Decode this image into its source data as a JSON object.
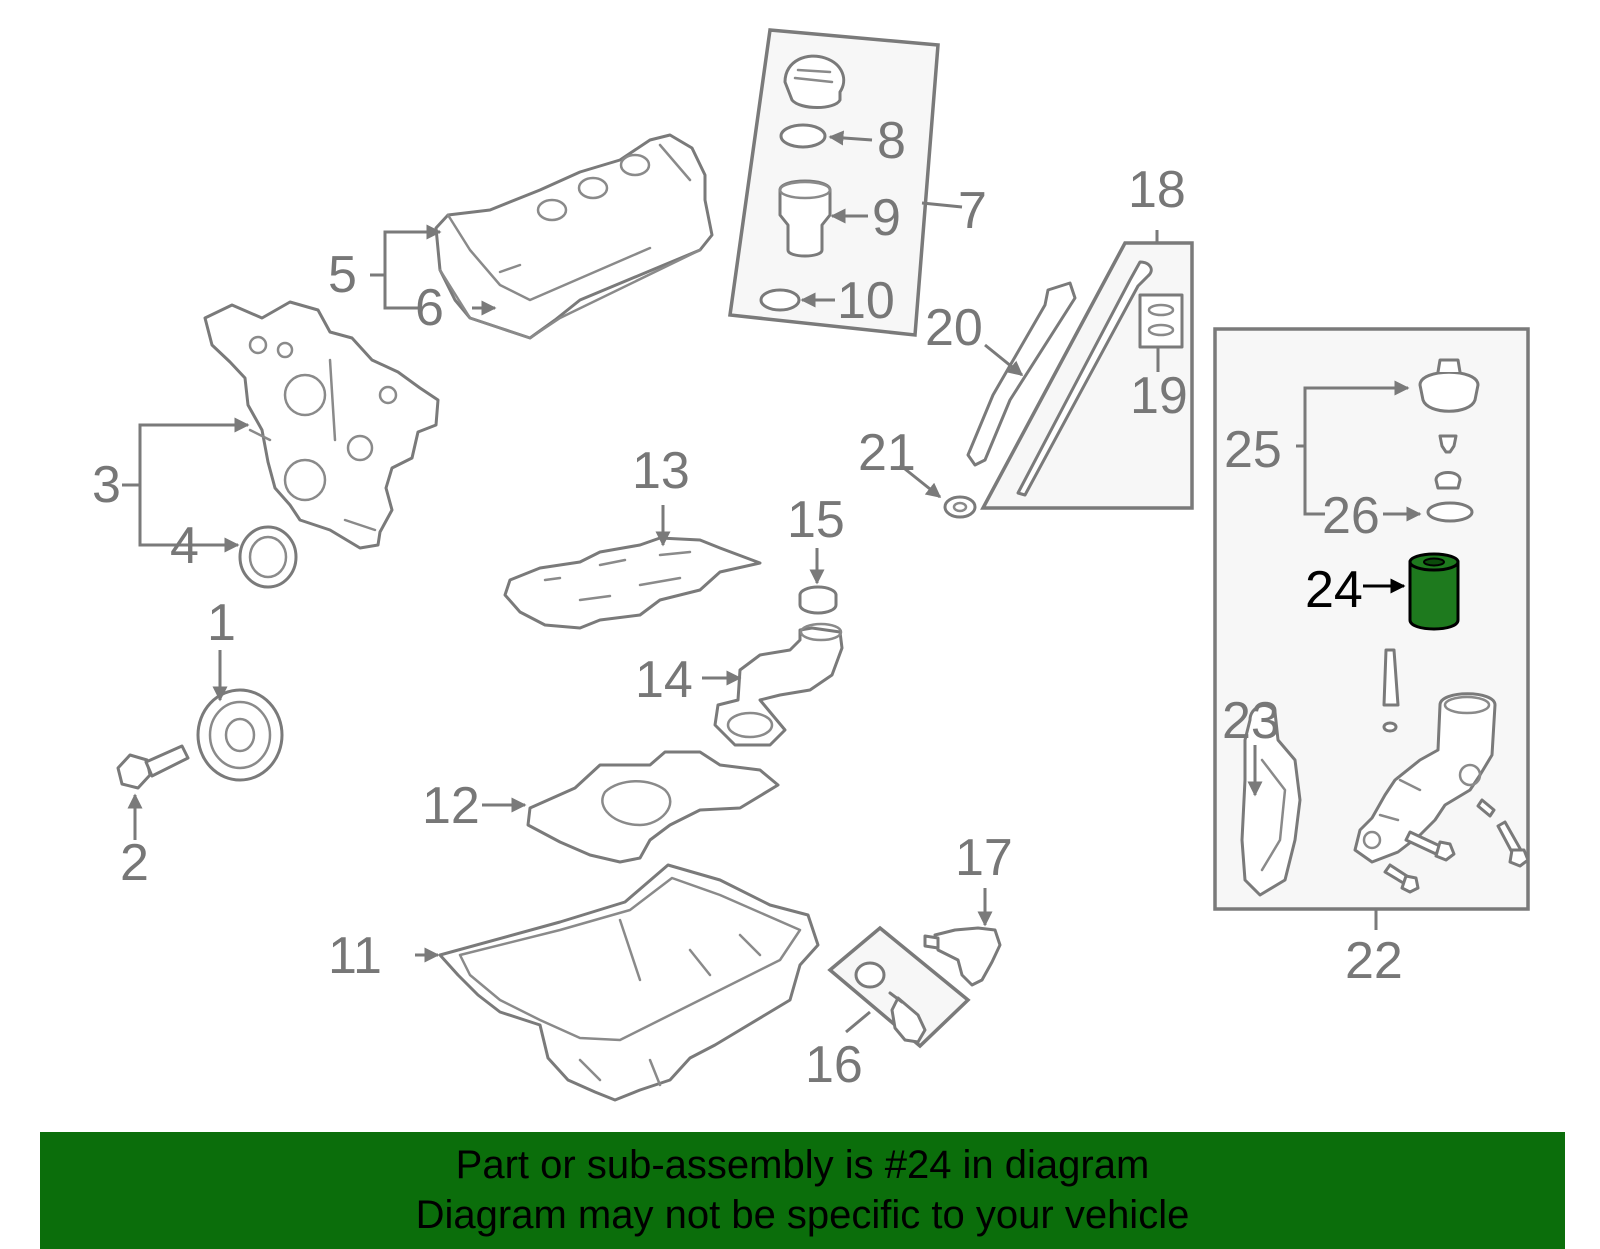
{
  "diagram": {
    "highlight_part": "24",
    "highlight_color": "#1e7a1e",
    "callouts": [
      "1",
      "2",
      "3",
      "4",
      "5",
      "6",
      "7",
      "8",
      "9",
      "10",
      "11",
      "12",
      "13",
      "14",
      "15",
      "16",
      "17",
      "18",
      "19",
      "20",
      "21",
      "22",
      "23",
      "24",
      "25",
      "26"
    ]
  },
  "banner": {
    "line1": "Part or sub-assembly is #24 in diagram",
    "line2": "Diagram may not be specific to your vehicle",
    "background": "#0b6e0b"
  }
}
